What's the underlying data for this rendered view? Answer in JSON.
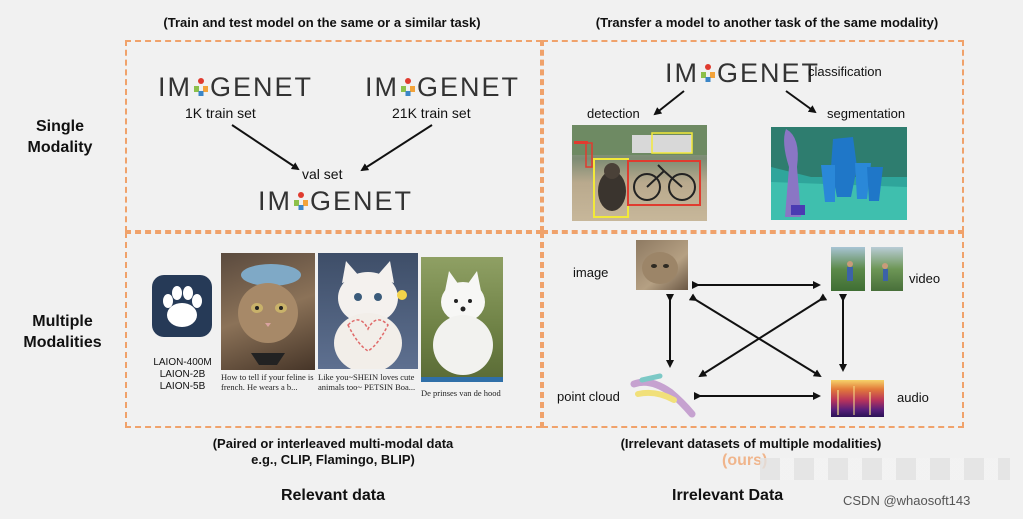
{
  "captions": {
    "top_left": "(Train and test model on the same or a similar task)",
    "top_right": "(Transfer a model to another task of the same modality)",
    "bottom_left_line1": "(Paired or interleaved multi-modal data",
    "bottom_left_line2": "e.g., CLIP, Flamingo, BLIP)",
    "bottom_right": "(Irrelevant datasets of multiple modalities)",
    "ours": "(ours)"
  },
  "row_labels": {
    "single_line1": "Single",
    "single_line2": "Modality",
    "multi_line1": "Multiple",
    "multi_line2": "Modalities"
  },
  "column_labels": {
    "relevant": "Relevant data",
    "irrelevant": "Irrelevant Data"
  },
  "imagenet": {
    "logo_pre": "IM",
    "logo_post": "GENET",
    "train_1k": "1K train set",
    "train_21k": "21K train set",
    "val": "val set",
    "classification": "classification",
    "detection": "detection",
    "segmentation": "segmentation"
  },
  "laion": {
    "items": [
      "LAION-400M",
      "LAION-2B",
      "LAION-5B"
    ]
  },
  "captions_images": {
    "cat": "How to tell if your feline is french. He wears a b...",
    "kitten": "Like you~SHEIN loves cute animals too~ PETSIN Boa...",
    "dog": "De prinses van de hood"
  },
  "modalities": {
    "image": "image",
    "video": "video",
    "point_cloud": "point cloud",
    "audio": "audio"
  },
  "watermark": "CSDN @whaosoft143",
  "colors": {
    "dash": "#f0a26b",
    "ours": "#f0a26b",
    "background": "#f1f1f1"
  }
}
